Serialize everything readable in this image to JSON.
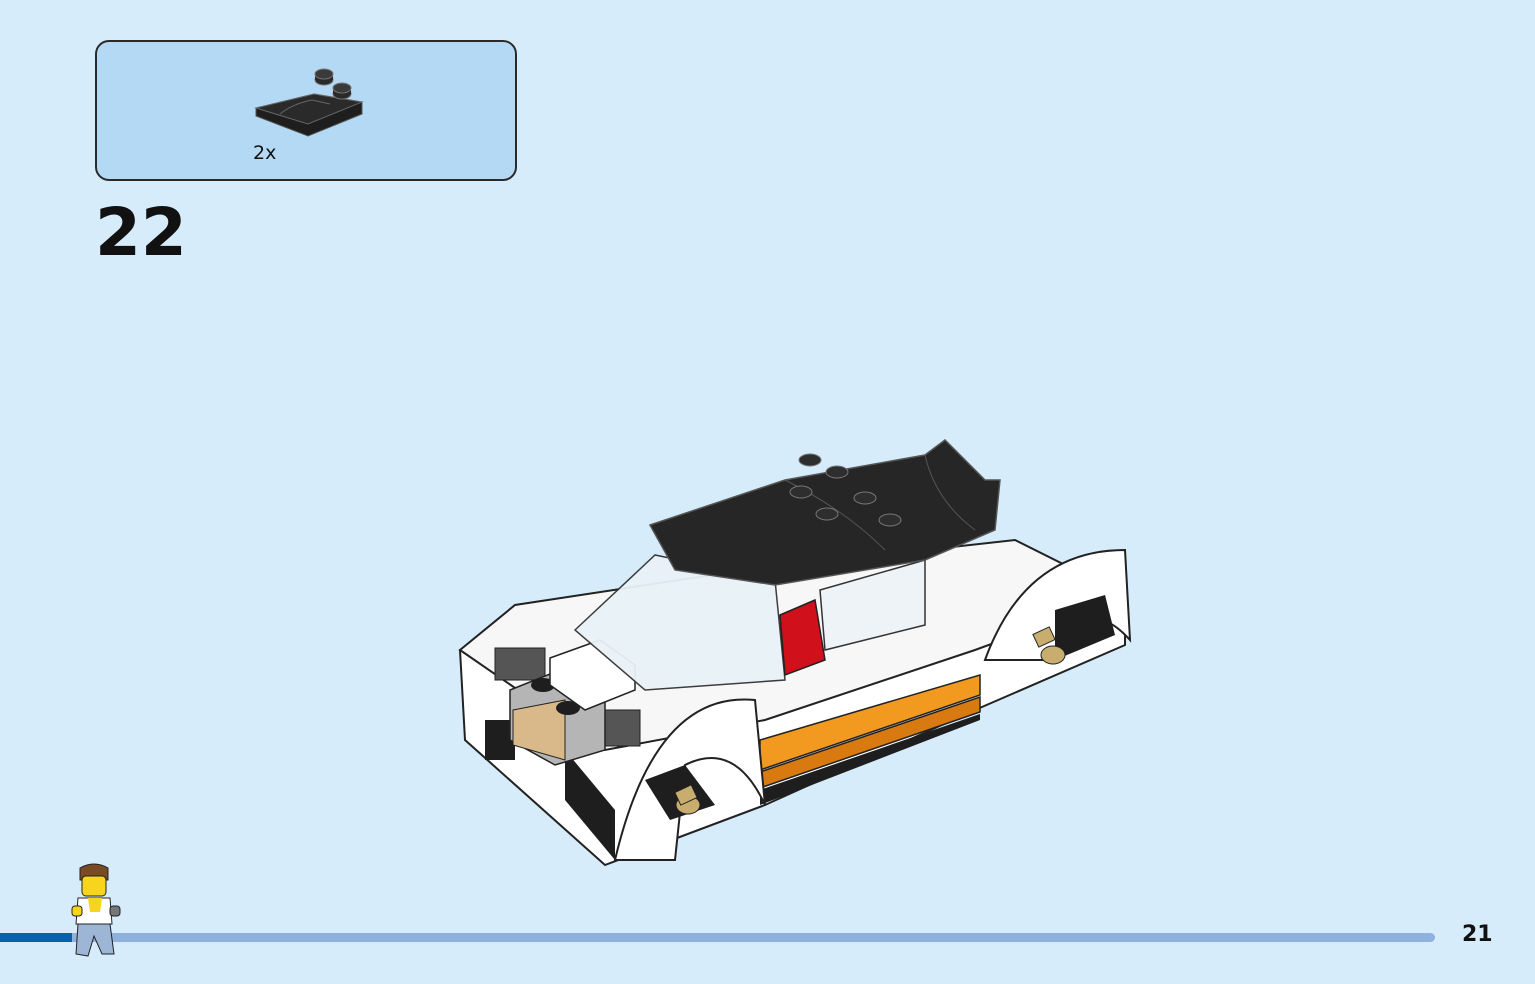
{
  "parts_callout": {
    "quantity": "2x",
    "part_icon": "black-wedge-plate-icon",
    "colors": {
      "part": "#1e1e1e",
      "box_fill": "#b4d9f5"
    }
  },
  "step": {
    "number": "22"
  },
  "model": {
    "icon": "white-race-car-icon",
    "colors": {
      "body": "#ffffff",
      "roof": "#262626",
      "stripe": "#f29a1f",
      "seat": "#d0111b",
      "axle": "#c9ad6e"
    }
  },
  "footer": {
    "page_number": "21",
    "progress": 0.05,
    "minifig_icon": "walking-minifigure-icon",
    "colors": {
      "track": "#8fb1de",
      "fill": "#0a5fb0"
    }
  }
}
